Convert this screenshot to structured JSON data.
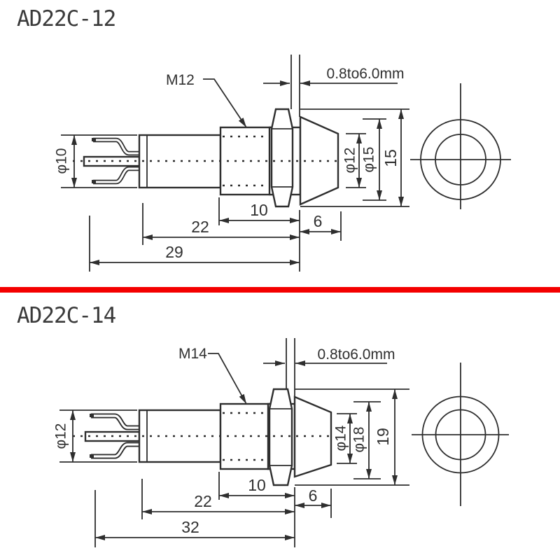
{
  "page": {
    "background_color": "#ffffff",
    "line_color": "#2e2e2e",
    "divider_color": "#f40000"
  },
  "products": [
    {
      "model": "AD22C-12",
      "thread_label": "M12",
      "panel_thickness_label": "0.8to6.0mm",
      "body_diameter_label": "φ10",
      "lens_diameter_label": "φ12",
      "head_diameter_label": "φ15",
      "head_height_label": "15",
      "thread_length_label": "10",
      "body_length_label": "22",
      "total_length_label": "29",
      "head_protrusion_label": "6"
    },
    {
      "model": "AD22C-14",
      "thread_label": "M14",
      "panel_thickness_label": "0.8to6.0mm",
      "body_diameter_label": "φ12",
      "lens_diameter_label": "φ14",
      "head_diameter_label": "φ18",
      "head_height_label": "19",
      "thread_length_label": "10",
      "body_length_label": "22",
      "total_length_label": "32",
      "head_protrusion_label": "6"
    }
  ]
}
